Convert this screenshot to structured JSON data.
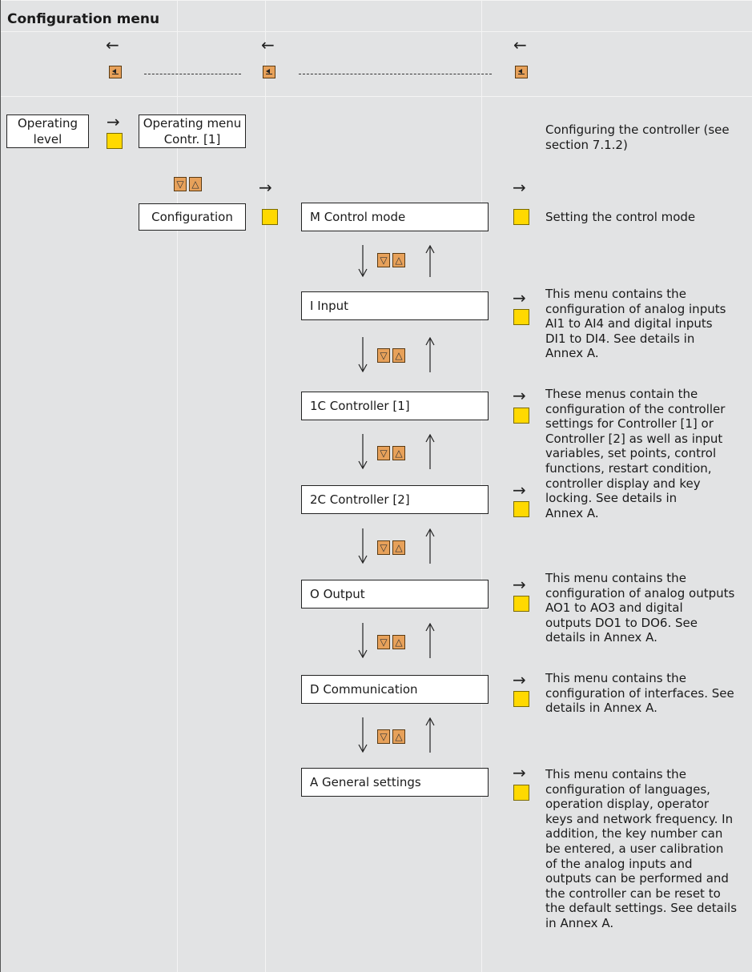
{
  "title": "Configuration menu",
  "boxes": {
    "operating_level": [
      "Operating",
      "level"
    ],
    "operating_menu": [
      "Operating menu",
      "Contr. [1]"
    ],
    "configuration": "Configuration",
    "control_mode": "M Control mode",
    "input": "I Input",
    "controller1": "1C Controller [1]",
    "controller2": "2C Controller [2]",
    "output": "O Output",
    "communication": "D Communication",
    "general": "A General settings"
  },
  "glyphs": {
    "arrow_right": "→",
    "arrow_left": "←",
    "key_down": "▽",
    "key_up": "△"
  },
  "descriptions": {
    "configuring": [
      "Configuring the controller (see",
      "section 7.1.2)"
    ],
    "control_mode": [
      "Setting the control mode"
    ],
    "input": [
      "This menu contains the",
      "configuration of analog inputs",
      "AI1 to AI4 and digital inputs",
      "DI1 to DI4. See details in",
      "Annex A."
    ],
    "controllers": [
      "These menus contain the",
      "configuration of the controller",
      "settings for Controller [1] or",
      "Controller [2] as well as input",
      "variables, set points, control",
      "functions, restart condition,",
      "controller display and key",
      "locking. See details in",
      "Annex A."
    ],
    "output": [
      "This menu contains the",
      "configuration of analog outputs",
      "AO1 to AO3 and digital",
      "outputs DO1 to DO6. See",
      "details in Annex A."
    ],
    "communication": [
      "This menu contains the",
      "configuration of interfaces. See",
      "details in Annex A."
    ],
    "general": [
      "This menu contains the",
      "configuration of languages,",
      "operation display, operator",
      "keys and network frequency. In",
      "addition, the key number can",
      "be entered, a user calibration",
      "of the analog inputs and",
      "outputs can be performed and",
      "the controller can be reset to",
      "the default settings. See details",
      "in Annex A."
    ]
  },
  "colors": {
    "background": "#e2e3e4",
    "ok_key": "#ffd900",
    "arrow_key": "#e7a15a"
  }
}
